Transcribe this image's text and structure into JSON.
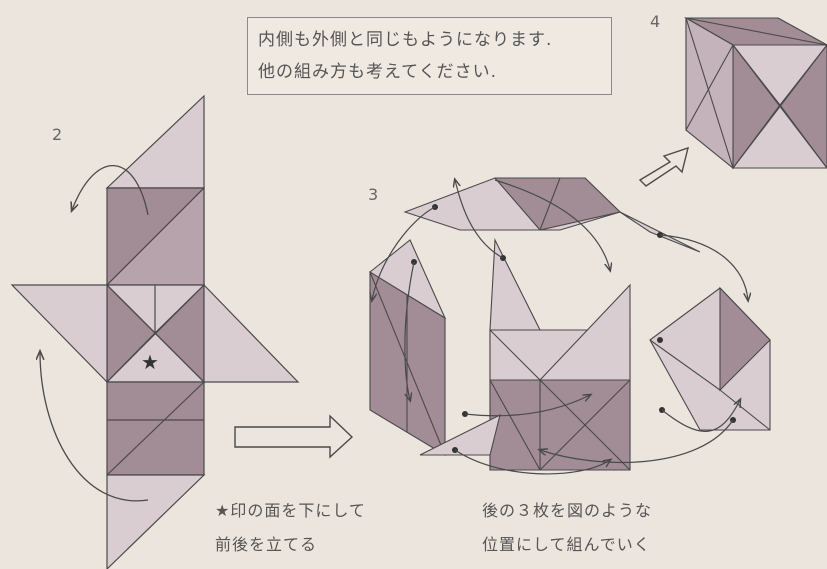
{
  "note": {
    "line1": "内側も外側と同じもようになります.",
    "line2": "他の組み方も考えてください."
  },
  "steps": {
    "s2": "2",
    "s3": "3",
    "s4": "4"
  },
  "star_symbol": "★",
  "caption_left": {
    "line1": "★印の面を下にして",
    "line2": "前後を立てる"
  },
  "caption_right": {
    "line1": "後の３枚を図のような",
    "line2": "位置にして組んでいく"
  },
  "colors": {
    "dark": "#a28c96",
    "light": "#d9cdd2",
    "paper": "#ebe5dd",
    "line": "#4a4a4a"
  }
}
